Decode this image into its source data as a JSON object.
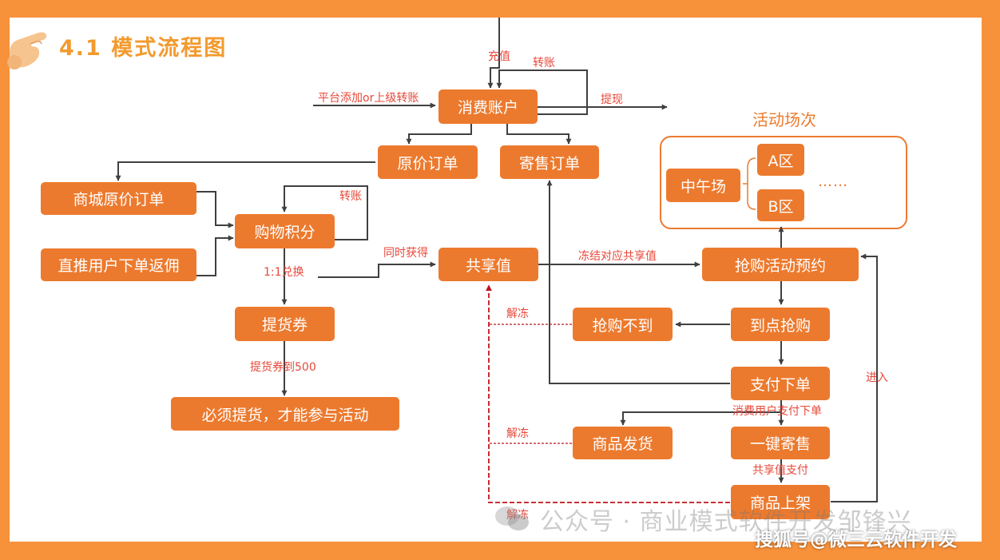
{
  "title": "4.1 模式流程图",
  "nodes": {
    "consume_account": "消费账户",
    "original_order": "原价订单",
    "consign_order": "寄售订单",
    "mall_original_order": "商城原价订单",
    "shopping_points": "购物积分",
    "direct_rebate": "直推用户下单返佣",
    "share_value": "共享值",
    "flash_reserve": "抢购活动预约",
    "pickup_voucher": "提货券",
    "must_pickup": "必须提货，才能参与活动",
    "flash_fail": "抢购不到",
    "on_time_flash": "到点抢购",
    "pay_order": "支付下单",
    "ship_goods": "商品发货",
    "one_click_consign": "一键寄售",
    "goods_listing": "商品上架",
    "noon_session": "中午场",
    "zone_a": "A区",
    "zone_b": "B区"
  },
  "labels": {
    "recharge": "充值",
    "transfer_top": "转账",
    "platform_add": "平台添加or上级转账",
    "withdraw": "提现",
    "transfer_points": "转账",
    "exchange_1_1": "1:1兑换",
    "simultaneous_gain": "同时获得",
    "freeze": "冻结对应共享值",
    "unfreeze_1": "解冻",
    "unfreeze_2": "解冻",
    "unfreeze_3": "解冻",
    "voucher_500": "提货券到500",
    "consumer_pay": "消费用户支付下单",
    "share_pay": "共享值支付",
    "enter": "进入"
  },
  "activity": {
    "title": "活动场次",
    "more": "……"
  },
  "watermarks": {
    "wechat": "公众号 · 商业模式软件开发邹锋兴",
    "sohu": "搜狐号@微三云软件开发"
  },
  "icons": {
    "hand": "pointing-hand-icon",
    "wechat": "wechat-icon"
  },
  "colors": {
    "frame": "#f7913a",
    "node": "#ec7a2e",
    "label": "#e8483a",
    "line": "#404040",
    "dashed": "#c0141c",
    "title": "#f29a2e"
  }
}
